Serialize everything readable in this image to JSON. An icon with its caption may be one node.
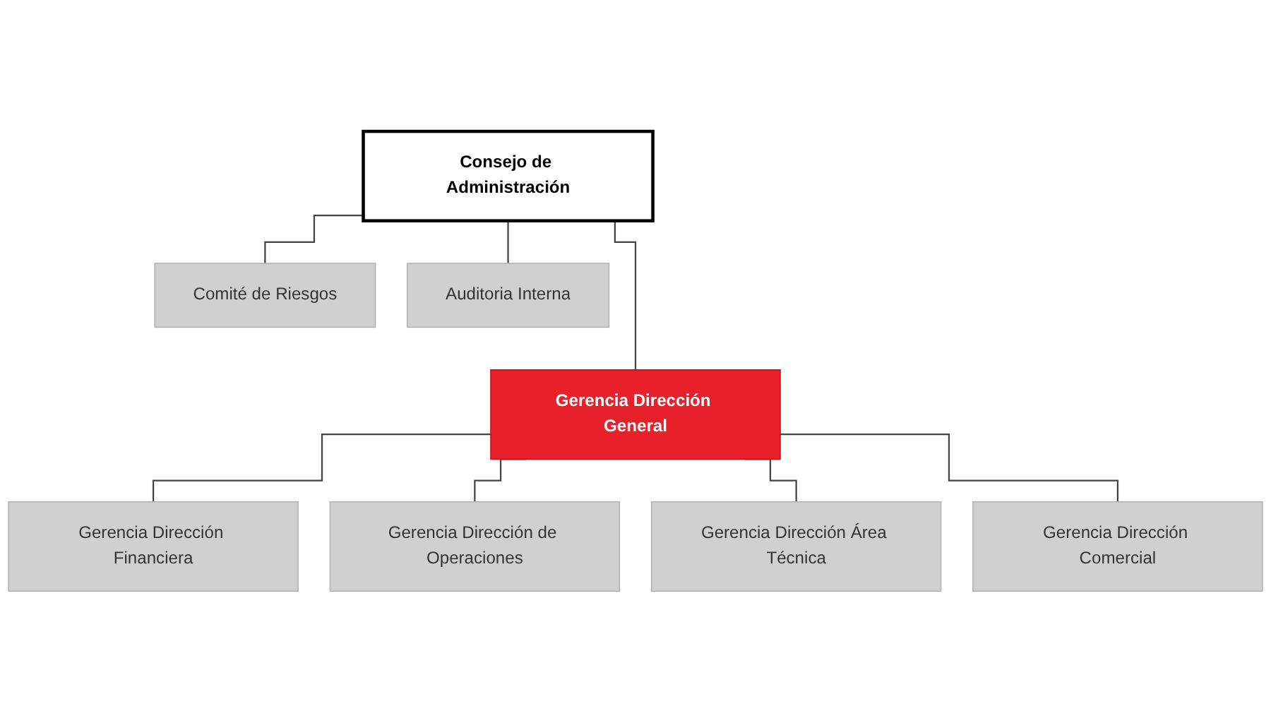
{
  "diagram": {
    "nodes": [
      {
        "text": [
          "Consejo de Administración"
        ]
      },
      {
        "text": [
          "Comité de Riesgos"
        ]
      },
      {
        "text": [
          "Auditoria Interna"
        ]
      },
      {
        "text": [
          "Gerencia Dirección General"
        ]
      },
      {
        "text": [
          "Gerencia Dirección Financiera"
        ]
      },
      {
        "text": [
          "Gerencia Dirección de Operaciones"
        ]
      },
      {
        "text": [
          "Gerencia Dirección Área Técnica"
        ]
      },
      {
        "text": [
          "Gerencia Dirección Comercial"
        ]
      }
    ],
    "edges": [
      {
        "from": 0,
        "to": 1,
        "arrow": "none"
      },
      {
        "from": 0,
        "to": 2,
        "arrow": "none"
      },
      {
        "from": 0,
        "to": 3,
        "arrow": "none"
      },
      {
        "from": 3,
        "to": 4,
        "arrow": "none"
      },
      {
        "from": 3,
        "to": 5,
        "arrow": "none"
      },
      {
        "from": 3,
        "to": 6,
        "arrow": "none"
      },
      {
        "from": 3,
        "to": 7,
        "arrow": "none"
      }
    ]
  }
}
